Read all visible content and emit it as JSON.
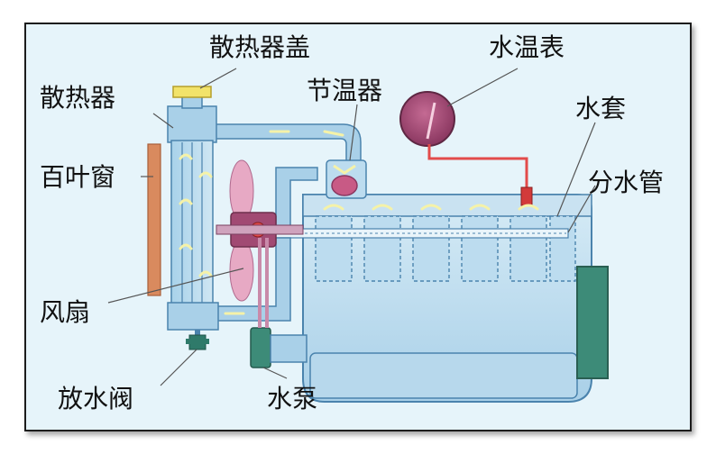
{
  "labels": {
    "radiator_cap": "散热器盖",
    "radiator": "散热器",
    "thermostat": "节温器",
    "temp_gauge": "水温表",
    "water_jacket": "水套",
    "louver": "百叶窗",
    "distribution_pipe": "分水管",
    "fan": "风扇",
    "drain_valve": "放水阀",
    "water_pump": "水泵"
  },
  "colors": {
    "background": "#e6f4fa",
    "frame_border": "#1a1a1a",
    "coolant_light": "#cfe6f3",
    "coolant_mid": "#9ccbe6",
    "coolant_dark": "#6ea9cf",
    "outline": "#4a83ad",
    "cap_yellow": "#f2e36a",
    "fan_pink": "#e7a9c4",
    "fan_dark": "#a14a73",
    "gauge_red": "#e24b4b",
    "gauge_face": "#9b3f69",
    "louver_orange": "#d98a5e",
    "flow_arrow": "#f5f2a8",
    "drain_valve": "#2f7a6a",
    "flywheel": "#3d8b78"
  }
}
